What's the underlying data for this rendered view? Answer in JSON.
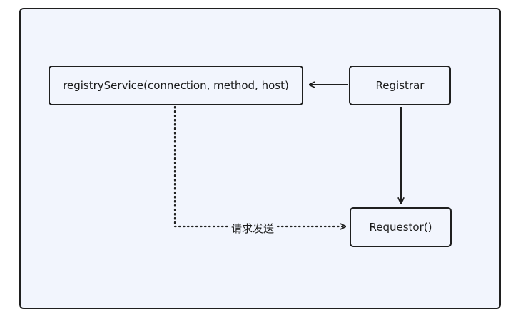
{
  "nodes": {
    "service": "registryService(connection, method, host)",
    "registrar": "Registrar",
    "requestor": "Requestor()"
  },
  "edges": {
    "service_to_requestor_label": "请求发送"
  },
  "colors": {
    "canvas_fill": "#f2f5fd",
    "stroke": "#1f1f1f"
  }
}
